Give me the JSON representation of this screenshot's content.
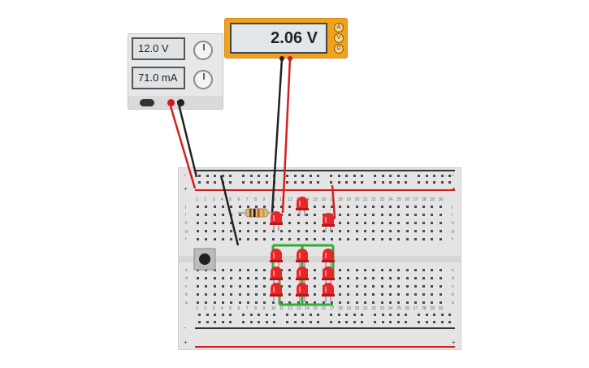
{
  "power_supply": {
    "voltage_display": "12.0 V",
    "current_display": "71.0 mA"
  },
  "multimeter": {
    "reading": "2.06 V",
    "modes": [
      "A",
      "V",
      "Ω"
    ]
  },
  "breadboard": {
    "rail_top_minus": "-",
    "rail_top_plus": "+",
    "rail_bottom_minus": "-",
    "rail_bottom_plus": "+",
    "row_letters_top": [
      "j",
      "i",
      "h",
      "g",
      "f"
    ],
    "row_letters_bottom": [
      "e",
      "d",
      "c",
      "b",
      "a"
    ],
    "column_numbers": [
      "1",
      "2",
      "3",
      "4",
      "5",
      "6",
      "7",
      "8",
      "9",
      "10",
      "11",
      "12",
      "13",
      "14",
      "15",
      "16",
      "17",
      "18",
      "19",
      "20",
      "21",
      "22",
      "23",
      "24",
      "25",
      "26",
      "27",
      "28",
      "29",
      "30"
    ]
  },
  "colors": {
    "wire_red": "#d62020",
    "wire_black": "#222222",
    "led_red": "#e8262a",
    "wire_green": "#2fae3a",
    "multimeter_body": "#f0a21e"
  }
}
